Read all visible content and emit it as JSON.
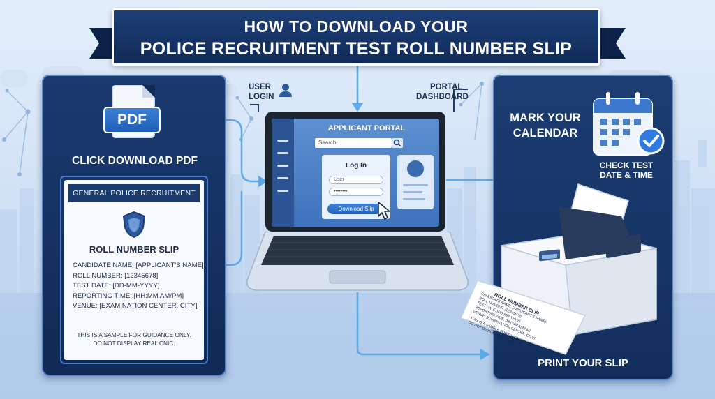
{
  "banner": {
    "line1": "HOW TO DOWNLOAD YOUR",
    "line2": "POLICE RECRUITMENT TEST ROLL NUMBER SLIP"
  },
  "left_panel": {
    "pdf_badge": "PDF",
    "click_label": "CLICK DOWNLOAD PDF",
    "slip": {
      "header": "GENERAL POLICE RECRUITMENT",
      "title": "ROLL NUMBER SLIP",
      "fields": [
        "CANDIDATE NAME: [APPLICANT'S NAME]",
        "ROLL NUMBER: [12345678]",
        "TEST DATE: [DD-MM-YYYY]",
        "REPORTING TIME: [HH:MM AM/PM]",
        "VENUE: [EXAMINATION CENTER, CITY]"
      ],
      "note_line1": "THIS IS A SAMPLE FOR GUIDANCE ONLY.",
      "note_line2": "DO NOT DISPLAY REAL CNIC."
    }
  },
  "center": {
    "user_login": "USER\nLOGIN",
    "portal_dashboard": "PORTAL\nDASHBOARD",
    "portal_title": "APPLICANT PORTAL",
    "search_placeholder": "Search...",
    "login_title": "Log In",
    "username_placeholder": "User",
    "password_value": "••••••••",
    "download_button": "Download Slip"
  },
  "right_panel": {
    "mark_label": "MARK YOUR CALENDAR",
    "check_label": "CHECK TEST DATE & TIME",
    "print_label": "PRINT YOUR SLIP",
    "printed_slip": {
      "title": "ROLL NUMBER SLIP",
      "lines": [
        "CANDIDATE NAME: [APPLICANT'S NAME]",
        "ROLL NUMBER: [12345678]",
        "TEST DATE: [DD-MM-YYYY]",
        "REPORTING TIME: [HH:MM AM/PM]",
        "VENUE: [EXAMINATION CENTER, CITY]",
        "THIS IS A SAMPLE FOR GUIDANCE ONLY.",
        "DO NOT DISPLAY REAL CNIC."
      ]
    }
  },
  "colors": {
    "navy": "#102b58",
    "panel": "#1a3a70",
    "accent_blue": "#3d7fd6",
    "arrow_blue": "#6fb6f2",
    "background": "#dbe8f8"
  },
  "icons": [
    "pdf-file-icon",
    "user-icon",
    "shield-icon",
    "search-icon",
    "cursor-icon",
    "calendar-icon",
    "checkmark-icon",
    "printer-icon"
  ]
}
